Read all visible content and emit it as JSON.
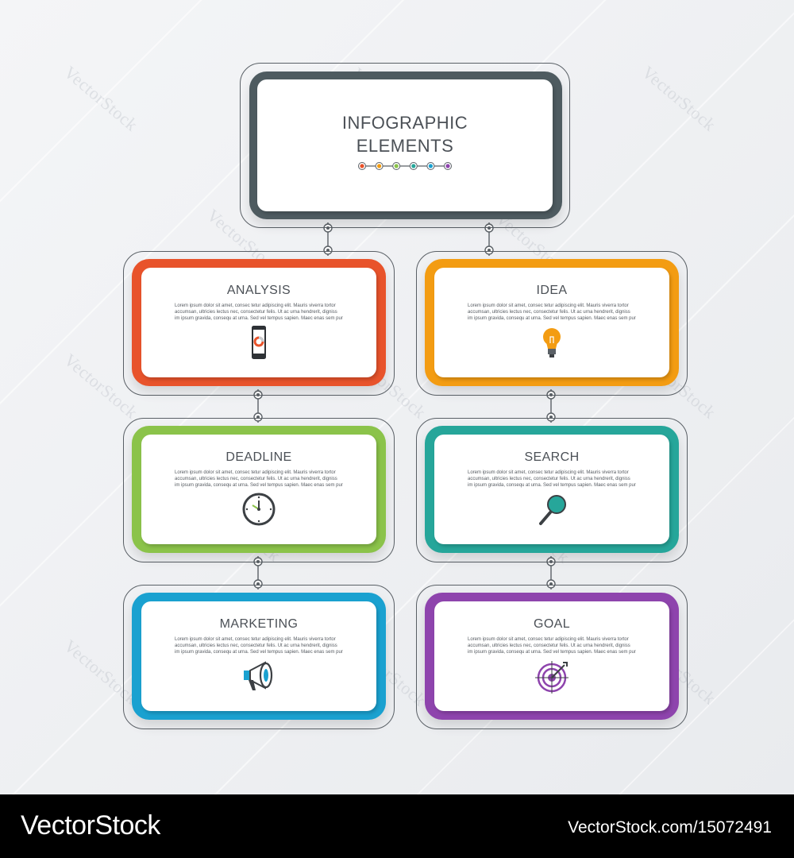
{
  "header": {
    "title_line1": "INFOGRAPHIC",
    "title_line2": "ELEMENTS",
    "dot_colors": [
      "#e8532b",
      "#f39c12",
      "#8bc34a",
      "#26a69a",
      "#1aa1d0",
      "#8e44ad"
    ]
  },
  "cards": [
    {
      "title": "ANALYSIS",
      "color": "#e8532b",
      "icon": "smartphone-icon",
      "text": [
        "Lorem ipsum dolor sit amet, consec tetur adipiscing elit. Mauris viverra tortor",
        "accumsan, ultricies lectus nec, consectetur felis. Ut ac urna hendrerit, digniss",
        "im ipsum gravida, consequ at urna. Sed vel tempus sapien. Maec enas sem pur"
      ]
    },
    {
      "title": "IDEA",
      "color": "#f39c12",
      "icon": "light-bulb-icon",
      "text": [
        "Lorem ipsum dolor sit amet, consec tetur adipiscing elit. Mauris viverra tortor",
        "accumsan, ultricies lectus nec, consectetur felis. Ut ac urna hendrerit, digniss",
        "im ipsum gravida, consequ at urna. Sed vel tempus sapien. Maec enas sem pur"
      ]
    },
    {
      "title": "DEADLINE",
      "color": "#8bc34a",
      "icon": "clock-icon",
      "text": [
        "Lorem ipsum dolor sit amet, consec tetur adipiscing elit. Mauris viverra tortor",
        "accumsan, ultricies lectus nec, consectetur felis. Ut ac urna hendrerit, digniss",
        "im ipsum gravida, consequ at urna. Sed vel tempus sapien. Maec enas sem pur"
      ]
    },
    {
      "title": "SEARCH",
      "color": "#26a69a",
      "icon": "magnifier-icon",
      "text": [
        "Lorem ipsum dolor sit amet, consec tetur adipiscing elit. Mauris viverra tortor",
        "accumsan, ultricies lectus nec, consectetur felis. Ut ac urna hendrerit, digniss",
        "im ipsum gravida, consequ at urna. Sed vel tempus sapien. Maec enas sem pur"
      ]
    },
    {
      "title": "MARKETING",
      "color": "#1aa1d0",
      "icon": "megaphone-icon",
      "text": [
        "Lorem ipsum dolor sit amet, consec tetur adipiscing elit. Mauris viverra tortor",
        "accumsan, ultricies lectus nec, consectetur felis. Ut ac urna hendrerit, digniss",
        "im ipsum gravida, consequ at urna. Sed vel tempus sapien. Maec enas sem pur"
      ]
    },
    {
      "title": "GOAL",
      "color": "#8e44ad",
      "icon": "target-icon",
      "text": [
        "Lorem ipsum dolor sit amet, consec tetur adipiscing elit. Mauris viverra tortor",
        "accumsan, ultricies lectus nec, consectetur felis. Ut ac urna hendrerit, digniss",
        "im ipsum gravida, consequ at urna. Sed vel tempus sapien. Maec enas sem pur"
      ]
    }
  ],
  "watermark": "VectorStock",
  "footer": {
    "brand": "VectorStock",
    "url": "VectorStock.com/15072491"
  }
}
